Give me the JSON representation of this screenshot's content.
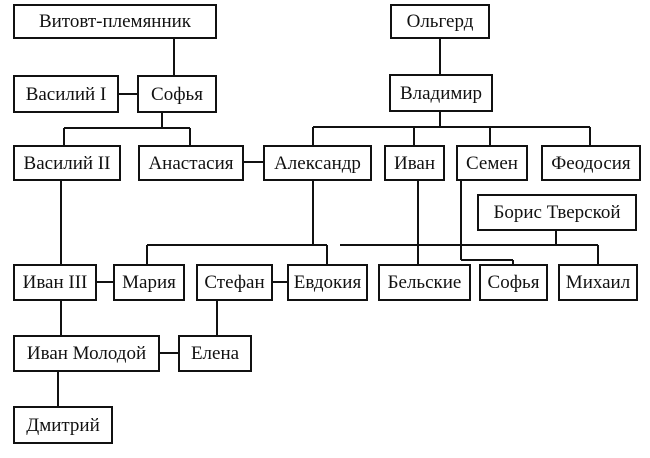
{
  "people": {
    "vitovt": "Витовт-племянник",
    "olgerd": "Ольгерд",
    "vasily1": "Василий I",
    "sofya_mother": "Софья",
    "vladimir": "Владимир",
    "vasily2": "Василий II",
    "anastasia": "Анастасия",
    "alexander": "Александр",
    "ivan_son": "Иван",
    "semen": "Семен",
    "feodosia": "Феодосия",
    "boris": "Борис Тверской",
    "ivan3": "Иван III",
    "maria": "Мария",
    "stefan": "Стефан",
    "evdokia": "Евдокия",
    "belskie": "Бельские",
    "sofya_daughter": "Софья",
    "mikhail": "Михаил",
    "ivan_young": "Иван Молодой",
    "elena": "Елена",
    "dmitry": "Дмитрий"
  }
}
